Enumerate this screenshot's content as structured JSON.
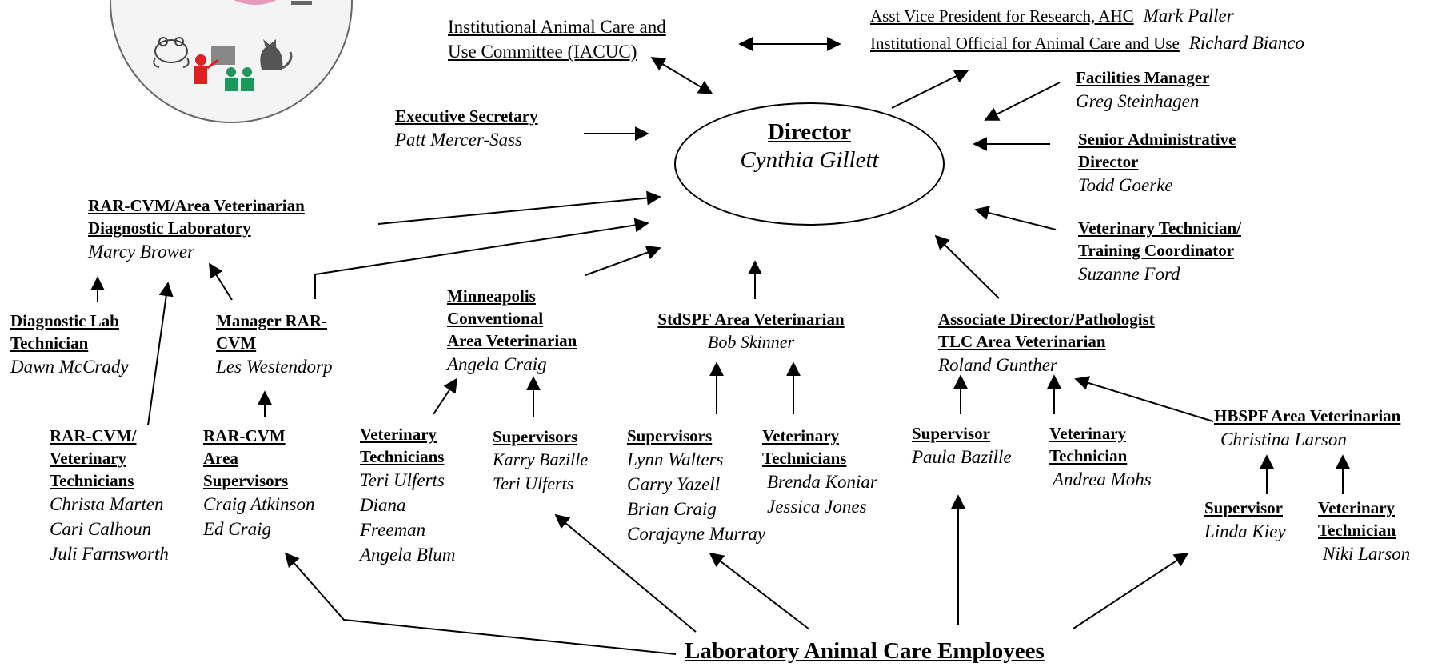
{
  "colors": {
    "ink": "#000000",
    "logo_red": "#e02020",
    "logo_green": "#1a9a5a",
    "logo_pink": "#e79ab8"
  },
  "logo": {
    "icons": [
      "frog-icon",
      "teacher-icon",
      "people-icon",
      "cat-icon",
      "pig-icon",
      "microscope-icon"
    ]
  },
  "iacuc": {
    "line1": "Institutional Animal Care and",
    "line2": "Use Committee (IACUC)"
  },
  "vp": {
    "title1": "Asst Vice President for Research, AHC",
    "name1": "Mark Paller",
    "title2": "Institutional Official for Animal Care and Use",
    "name2": "Richard Bianco"
  },
  "director": {
    "title": "Director",
    "name": "Cynthia Gillett"
  },
  "exec_secretary": {
    "title": "Executive Secretary",
    "name": "Patt Mercer-Sass"
  },
  "facilities": {
    "title": "Facilities Manager",
    "name": "Greg Steinhagen"
  },
  "senior_admin": {
    "title1": "Senior Administrative",
    "title2": "Director",
    "name": "Todd Goerke"
  },
  "vet_tech_training": {
    "title1": "Veterinary Technician/",
    "title2": "Training Coordinator",
    "name": "Suzanne Ford"
  },
  "rar_diag": {
    "title1": "RAR-CVM/Area Veterinarian",
    "title2": "Diagnostic Laboratory",
    "name": "Marcy Brower"
  },
  "diag_tech": {
    "title1": "Diagnostic Lab",
    "title2": "Technician",
    "name": "Dawn McCrady"
  },
  "manager_rar": {
    "title1": "Manager RAR-",
    "title2": "CVM",
    "name": "Les Westendorp"
  },
  "rar_vet_techs": {
    "title1": "RAR-CVM/",
    "title2": "Veterinary",
    "title3": "Technicians",
    "names": [
      "Christa Marten",
      "Cari Calhoun",
      "Juli Farnsworth"
    ]
  },
  "rar_supervisors": {
    "title1": "RAR-CVM",
    "title2": "Area",
    "title3": "Supervisors",
    "names": [
      "Craig Atkinson",
      "Ed Craig"
    ]
  },
  "mpls": {
    "title1": "Minneapolis",
    "title2": "Conventional",
    "title3": "Area Veterinarian",
    "name": "Angela Craig"
  },
  "mpls_vet_techs": {
    "title1": "Veterinary",
    "title2": "Technicians",
    "names": [
      "Teri Ulferts",
      "Diana",
      "Freeman",
      "Angela Blum"
    ]
  },
  "mpls_supervisors": {
    "title": "Supervisors",
    "names": [
      "Karry Bazille",
      "Teri Ulferts"
    ]
  },
  "stdspf": {
    "title": "StdSPF Area Veterinarian",
    "name": "Bob Skinner"
  },
  "stdspf_supervisors": {
    "title": "Supervisors",
    "names": [
      "Lynn Walters",
      "Garry Yazell",
      "Brian Craig",
      "Corajayne Murray"
    ]
  },
  "stdspf_vet_techs": {
    "title1": "Veterinary",
    "title2": "Technicians",
    "names": [
      "Brenda Koniar",
      "Jessica Jones"
    ]
  },
  "assoc_director": {
    "title1": "Associate Director/Pathologist",
    "title2": "TLC Area Veterinarian",
    "name": "Roland Gunther"
  },
  "tlc_supervisor": {
    "title": "Supervisor",
    "name": "Paula Bazille"
  },
  "tlc_vet_tech": {
    "title1": "Veterinary",
    "title2": "Technician",
    "name": "Andrea Mohs"
  },
  "hbspf": {
    "title": "HBSPF Area Veterinarian",
    "name": "Christina Larson"
  },
  "hbspf_supervisor": {
    "title": "Supervisor",
    "name": "Linda Kiey"
  },
  "hbspf_vet_tech": {
    "title1": "Veterinary",
    "title2": "Technician",
    "name": "Niki Larson"
  },
  "footer": {
    "label": "Laboratory Animal Care Employees"
  }
}
